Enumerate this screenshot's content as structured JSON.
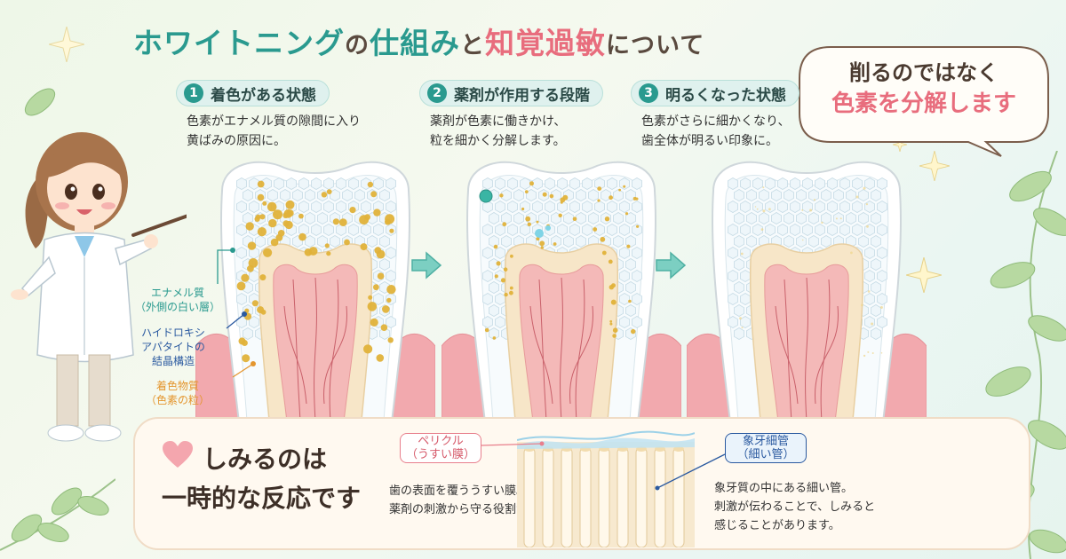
{
  "title": {
    "part1": "ホワイトニング",
    "part2": "の",
    "part3": "仕組み",
    "part4": "と",
    "part5": "知覚過敏",
    "part6": "について"
  },
  "bubble": {
    "line1": "削るのではなく",
    "line2": "色素を分解します"
  },
  "steps": [
    {
      "num": "1",
      "label": "着色がある状態",
      "desc1": "色素がエナメル質の隙間に入り",
      "desc2": "黄ばみの原因に。"
    },
    {
      "num": "2",
      "label": "薬剤が作用する段階",
      "desc1": "薬剤が色素に働きかけ、",
      "desc2": "粒を細かく分解します。"
    },
    {
      "num": "3",
      "label": "明るくなった状態",
      "desc1": "色素がさらに細かくなり、",
      "desc2": "歯全体が明るい印象に。"
    }
  ],
  "labels": {
    "enamel_1": "エナメル質",
    "enamel_2": "（外側の白い層）",
    "hydroxy_1": "ハイドロキシ",
    "hydroxy_2": "アパタイトの",
    "hydroxy_3": "結晶構造",
    "stain_1": "着色物質",
    "stain_2": "（色素の粒）"
  },
  "bottom": {
    "heading1": "しみるのは",
    "heading2": "一時的な反応です",
    "pellicle_tag1": "ペリクル",
    "pellicle_tag2": "（うすい膜）",
    "pellicle_desc1": "歯の表面を覆ううすい膜。",
    "pellicle_desc2": "薬剤の刺激から守る役割があります。",
    "tubule_tag1": "象牙細管",
    "tubule_tag2": "（細い管）",
    "tubule_desc1": "象牙質の中にある細い管。",
    "tubule_desc2": "刺激が伝わることで、しみると",
    "tubule_desc3": "感じることがあります。"
  },
  "colors": {
    "teal": "#2a9a8f",
    "pink": "#e86d7d",
    "stain": "#e0b23a",
    "gum": "#f2a9ae",
    "enamel": "#f7fbfd"
  },
  "icons": [
    "sparkle-icon",
    "heart-icon",
    "leaf-icon",
    "arrow-right-icon",
    "pointer-stick-icon"
  ]
}
